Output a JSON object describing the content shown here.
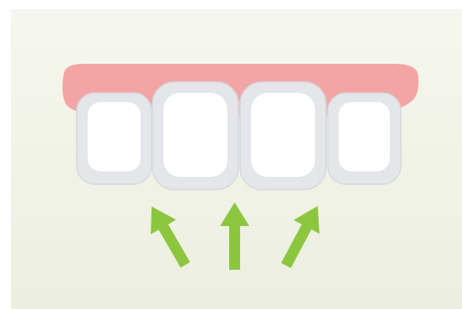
{
  "illustration": {
    "subject": "upper-teeth-with-upward-arrows",
    "colors": {
      "background_top": "#f6f7ee",
      "background_bottom": "#ecefdf",
      "gum": "#f3a5a5",
      "gum_edge": "#eb9898",
      "tooth_outer": "#e4e6ea",
      "tooth_inner": "#ffffff",
      "tooth_outline": "#d7d9de",
      "arrow": "#8cc63f",
      "arrow_shade": "#79b02f"
    },
    "teeth": [
      {
        "name": "left-lateral-incisor"
      },
      {
        "name": "left-central-incisor"
      },
      {
        "name": "right-central-incisor"
      },
      {
        "name": "right-lateral-incisor"
      }
    ],
    "arrows": [
      {
        "name": "left-arrow",
        "direction": "up-left"
      },
      {
        "name": "center-arrow",
        "direction": "up"
      },
      {
        "name": "right-arrow",
        "direction": "up-right"
      }
    ]
  }
}
